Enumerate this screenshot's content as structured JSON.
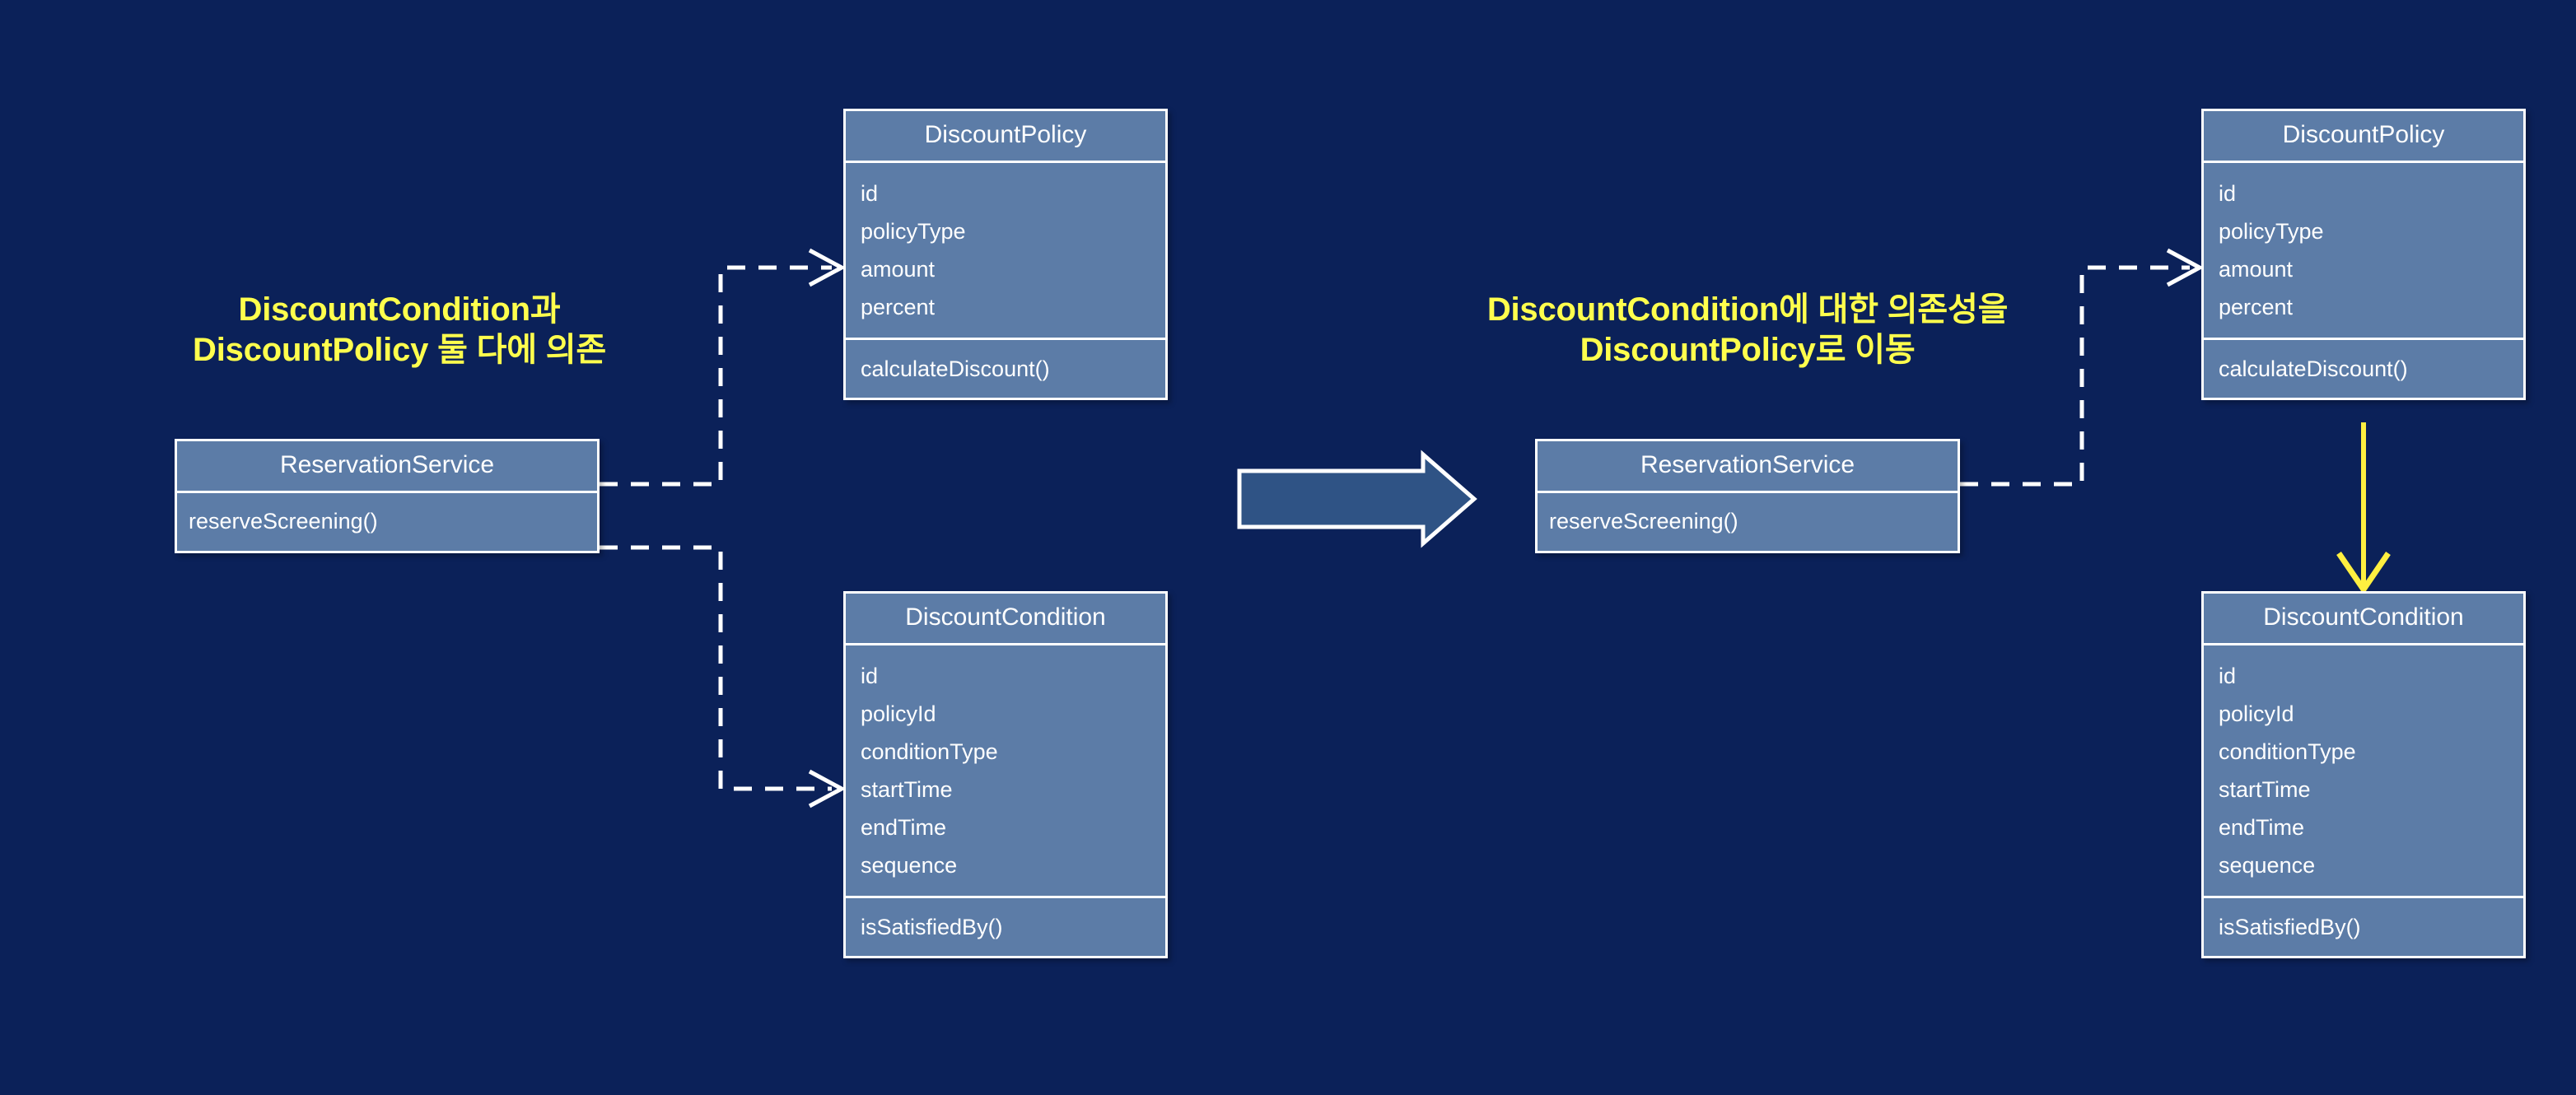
{
  "slide": {
    "background_color": "#0b2159",
    "box_fill_color": "#5c7ca7",
    "box_border_color": "#ffffff",
    "title_color": "#ffff4d",
    "move_arrow_color": "#ffef40"
  },
  "titles": {
    "left": "DiscountCondition과\nDiscountPolicy 둘 다에 의존",
    "right": "DiscountCondition에 대한 의존성을\nDiscountPolicy로 이동"
  },
  "before": {
    "service": {
      "name": "ReservationService",
      "attributes": [],
      "operations": [
        "reserveScreening()"
      ]
    },
    "policy": {
      "name": "DiscountPolicy",
      "attributes": [
        "id",
        "policyType",
        "amount",
        "percent"
      ],
      "operations": [
        "calculateDiscount()"
      ]
    },
    "condition": {
      "name": "DiscountCondition",
      "attributes": [
        "id",
        "policyId",
        "conditionType",
        "startTime",
        "endTime",
        "sequence"
      ],
      "operations": [
        "isSatisfiedBy()"
      ]
    }
  },
  "after": {
    "service": {
      "name": "ReservationService",
      "attributes": [],
      "operations": [
        "reserveScreening()"
      ]
    },
    "policy": {
      "name": "DiscountPolicy",
      "attributes": [
        "id",
        "policyType",
        "amount",
        "percent"
      ],
      "operations": [
        "calculateDiscount()"
      ]
    },
    "condition": {
      "name": "DiscountCondition",
      "attributes": [
        "id",
        "policyId",
        "conditionType",
        "startTime",
        "endTime",
        "sequence"
      ],
      "operations": [
        "isSatisfiedBy()"
      ]
    }
  },
  "connectors": {
    "before_service_to_policy": "dependency",
    "before_service_to_condition": "dependency",
    "after_service_to_policy": "dependency",
    "after_policy_to_condition": "dependency"
  },
  "transition_arrow": "right-block-arrow"
}
